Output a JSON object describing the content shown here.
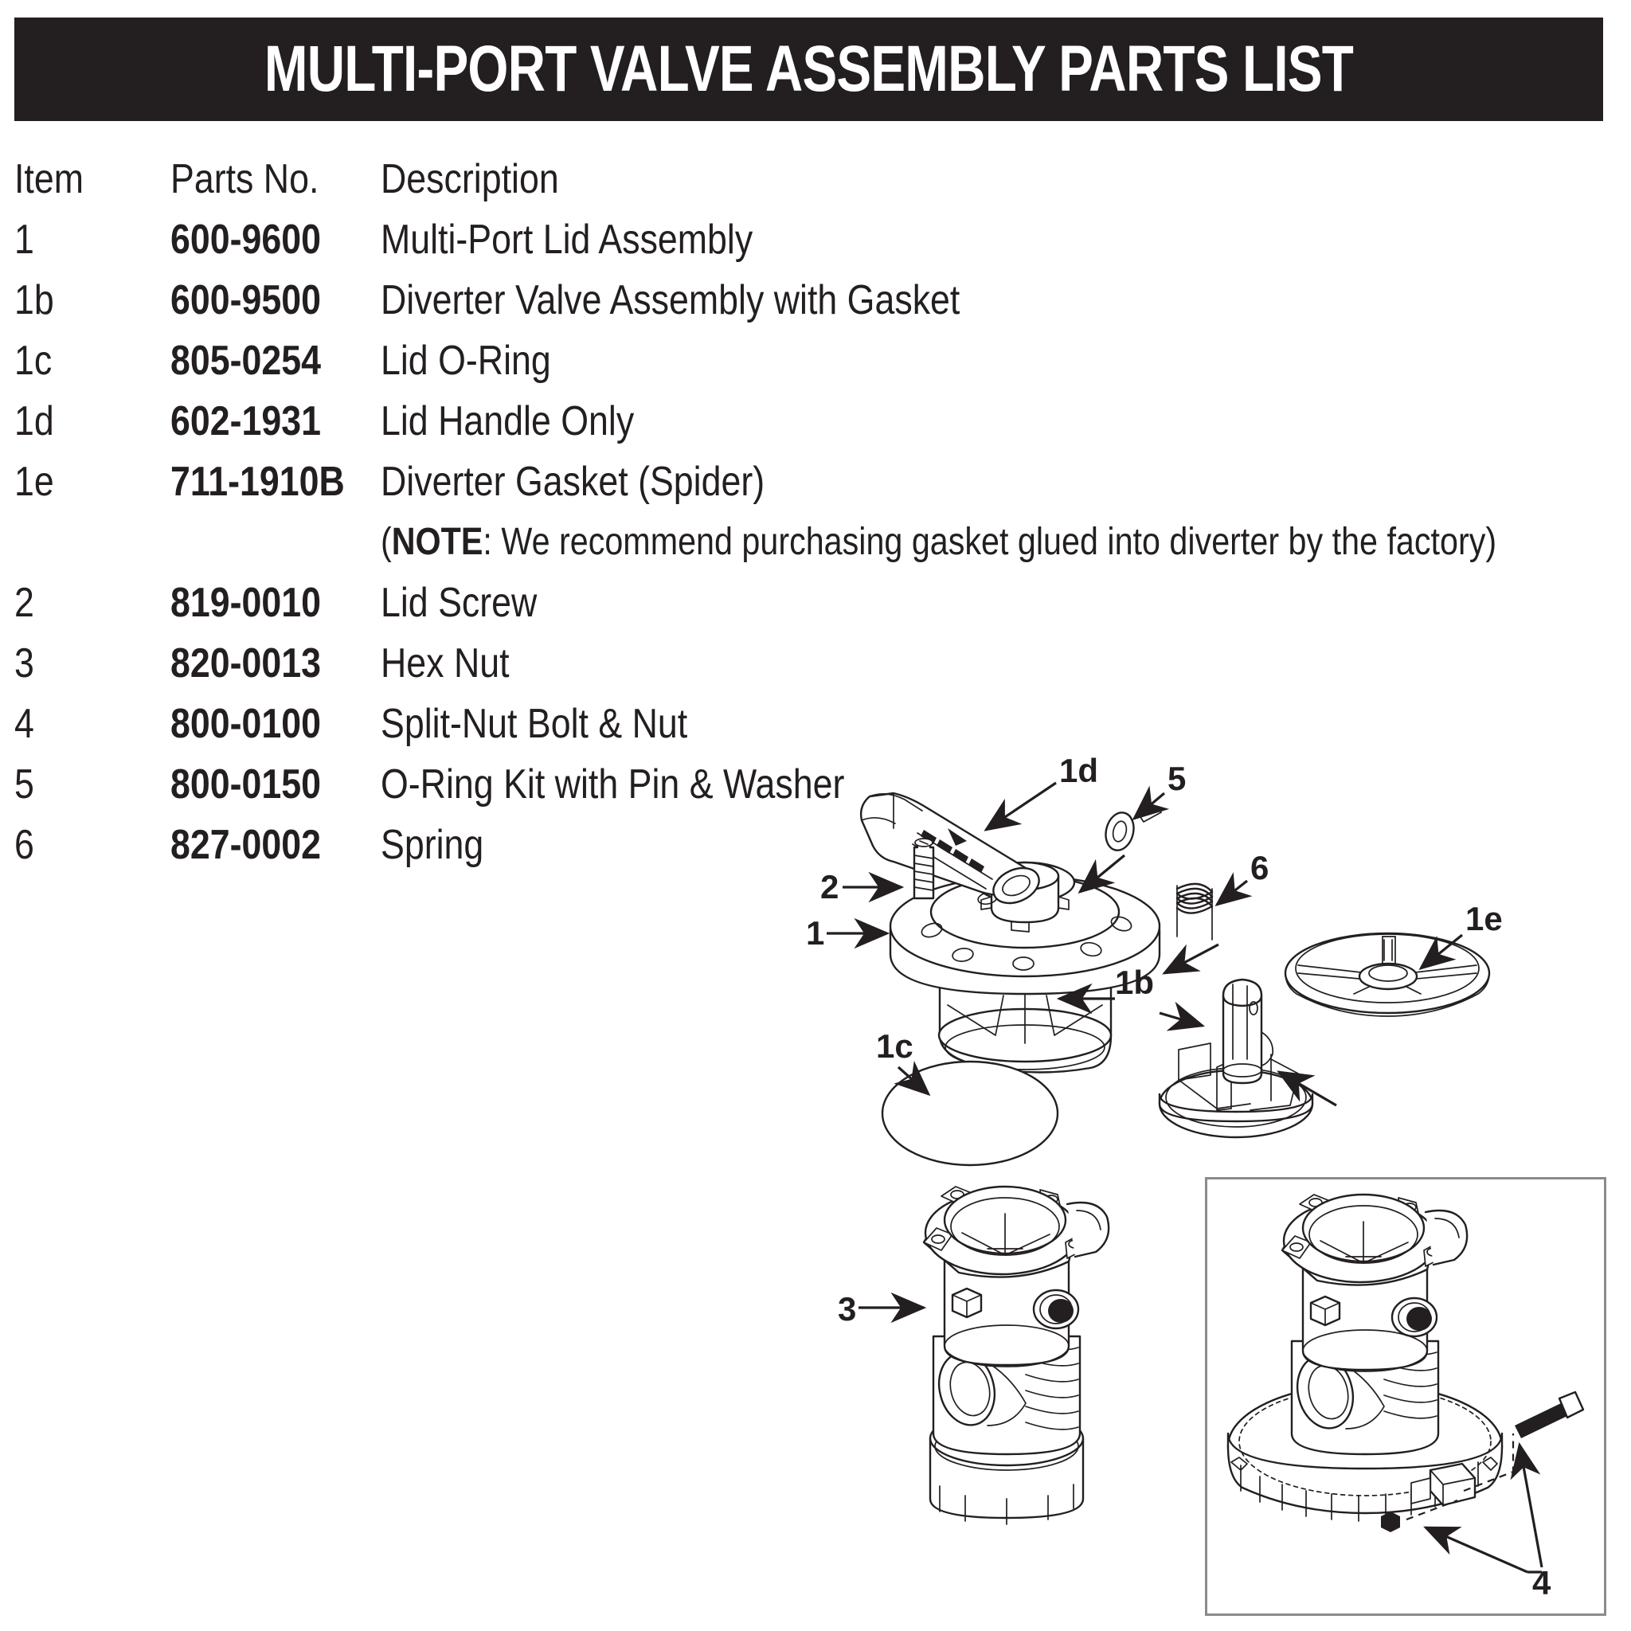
{
  "header": {
    "title": "MULTI-PORT VALVE ASSEMBLY PARTS LIST",
    "banner_color": "#231f20",
    "text_color": "#ffffff"
  },
  "table": {
    "columns": {
      "item": "Item",
      "parts_no": "Parts No.",
      "description": "Description"
    },
    "rows": [
      {
        "item": "1",
        "parts_no": "600-9600",
        "description": "Multi-Port Lid Assembly"
      },
      {
        "item": "1b",
        "parts_no": "600-9500",
        "description": "Diverter Valve Assembly with Gasket"
      },
      {
        "item": "1c",
        "parts_no": "805-0254",
        "description": "Lid O-Ring"
      },
      {
        "item": "1d",
        "parts_no": "602-1931",
        "description": "Lid Handle Only"
      },
      {
        "item": "1e",
        "parts_no": "711-1910B",
        "description": "Diverter Gasket (Spider)"
      },
      {
        "item": "2",
        "parts_no": "819-0010",
        "description": "Lid Screw"
      },
      {
        "item": "3",
        "parts_no": "820-0013",
        "description": "Hex Nut"
      },
      {
        "item": "4",
        "parts_no": "800-0100",
        "description": "Split-Nut Bolt & Nut"
      },
      {
        "item": "5",
        "parts_no": "800-0150",
        "description": "O-Ring Kit with Pin & Washer"
      },
      {
        "item": "6",
        "parts_no": "827-0002",
        "description": "Spring"
      }
    ],
    "note": {
      "prefix": "(",
      "label": "NOTE",
      "text": ": We recommend purchasing gasket glued into diverter by the factory)"
    }
  },
  "diagram": {
    "callouts": {
      "lid_handle": "1d",
      "oring_kit": "5",
      "lid_screw": "2",
      "spring": "6",
      "spider_gasket": "1e",
      "lid_assembly": "1",
      "diverter_valve": "1b",
      "lid_oring": "1c",
      "hex_nut": "3",
      "split_nut_bolt": "4"
    },
    "line_color": "#231f20",
    "inset_border_color": "#8b8b8b"
  }
}
